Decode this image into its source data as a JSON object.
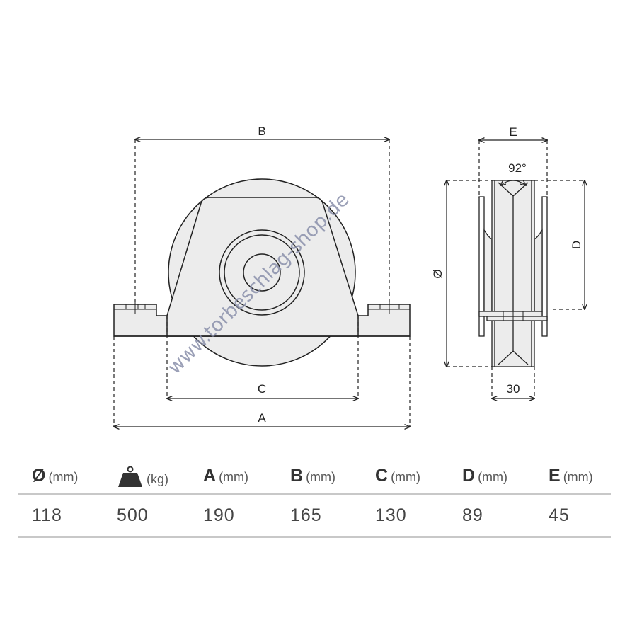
{
  "drawing": {
    "front_view": {
      "dim_a_label": "A",
      "dim_b_label": "B",
      "dim_c_label": "C"
    },
    "side_view": {
      "dim_e_label": "E",
      "dim_d_label": "D",
      "dim_diameter_label": "Ø",
      "groove_angle_label": "92°",
      "width_label": "30"
    },
    "watermark": "www.torbeschlag-shop.de"
  },
  "table": {
    "headers": [
      {
        "key": "Ø",
        "unit": "(mm)"
      },
      {
        "key": "",
        "unit": "(kg)",
        "icon": "weight-icon"
      },
      {
        "key": "A",
        "unit": "(mm)"
      },
      {
        "key": "B",
        "unit": "(mm)"
      },
      {
        "key": "C",
        "unit": "(mm)"
      },
      {
        "key": "D",
        "unit": "(mm)"
      },
      {
        "key": "E",
        "unit": "(mm)"
      }
    ],
    "values": [
      "118",
      "500",
      "190",
      "165",
      "130",
      "89",
      "45"
    ]
  },
  "colors": {
    "fill": "#ececec",
    "line": "#222222",
    "watermark": "#8a90ab",
    "rule": "#c8c8c8"
  }
}
